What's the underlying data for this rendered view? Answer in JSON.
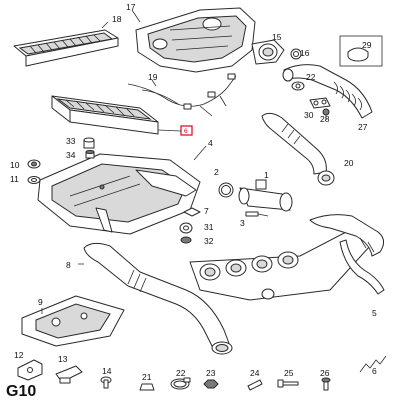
{
  "caption": "G10",
  "highlighted_callout": "6",
  "colors": {
    "line": "#2a2a2a",
    "highlight": "#e0001a",
    "shade": "#d9d9d9"
  },
  "callouts": {
    "c1": "1",
    "c2": "2",
    "c3": "3",
    "c4": "4",
    "c5": "5",
    "c6": "6",
    "c7": "7",
    "c8": "8",
    "c9": "9",
    "c10": "10",
    "c11": "11",
    "c12": "12",
    "c13": "13",
    "c14": "14",
    "c15": "15",
    "c16": "16",
    "c17": "17",
    "c18": "18",
    "c19": "19",
    "c20": "20",
    "c21": "21",
    "c22": "22",
    "c23": "23",
    "c24": "24",
    "c25": "25",
    "c26": "26",
    "c27": "27",
    "c28": "28",
    "c29": "29",
    "c30": "30",
    "c31": "31",
    "c32": "32",
    "c33": "33",
    "c34": "34"
  }
}
